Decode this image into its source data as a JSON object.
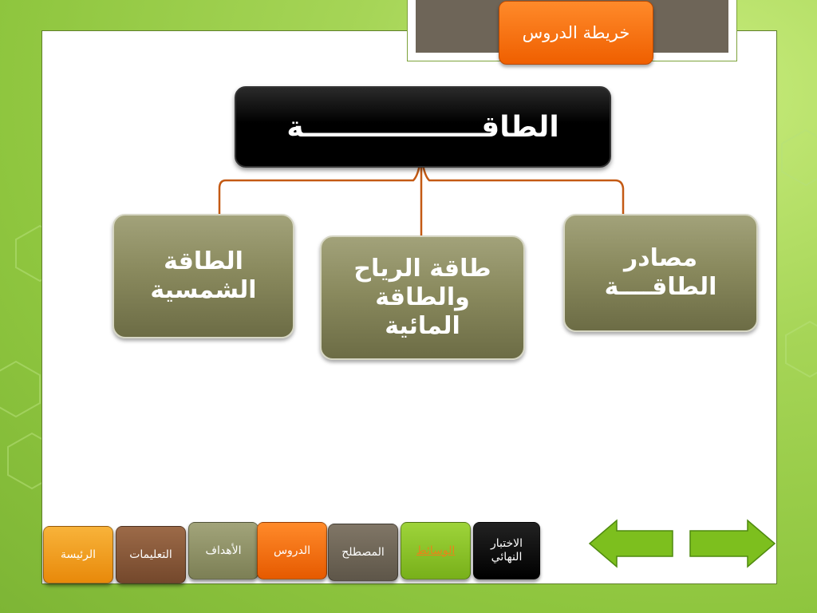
{
  "header": {
    "tab_title": "خريطة الدروس"
  },
  "diagram": {
    "root": "الطاقــــــــــــــــــة",
    "children": [
      {
        "id": "right",
        "label": "مصادر\nالطاقــــة"
      },
      {
        "id": "center",
        "label": "طاقة الرياح\nوالطاقة\nالمائية"
      },
      {
        "id": "left",
        "label": "الطاقة\nالشمسية"
      }
    ]
  },
  "nav": {
    "buttons": [
      {
        "label": "الرئيسة",
        "color": "#f29a1a"
      },
      {
        "label": "التعليمات",
        "color": "#8a5a3a"
      },
      {
        "label": "الأهداف",
        "color": "#8e9166"
      },
      {
        "label": "الدروس",
        "color": "#f26a0c"
      },
      {
        "label": "المصطلح",
        "color": "#6e6558"
      },
      {
        "label": "الوسائط",
        "color": "#8cc328",
        "text_color": "#e8841a"
      },
      {
        "label": "الاختبار\nالنهائي",
        "color": "#0a0a0a"
      }
    ],
    "arrows": [
      {
        "name": "previous-arrow",
        "direction": "left",
        "color": "#7dbf1e"
      },
      {
        "name": "next-arrow",
        "direction": "right",
        "color": "#7dbf1e"
      }
    ]
  }
}
